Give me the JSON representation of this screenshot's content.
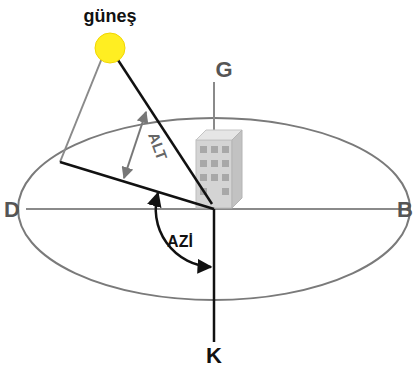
{
  "diagram": {
    "labels": [
      "güneş",
      "G",
      "D",
      "B",
      "K",
      "ALT",
      "AZİ"
    ]
  }
}
